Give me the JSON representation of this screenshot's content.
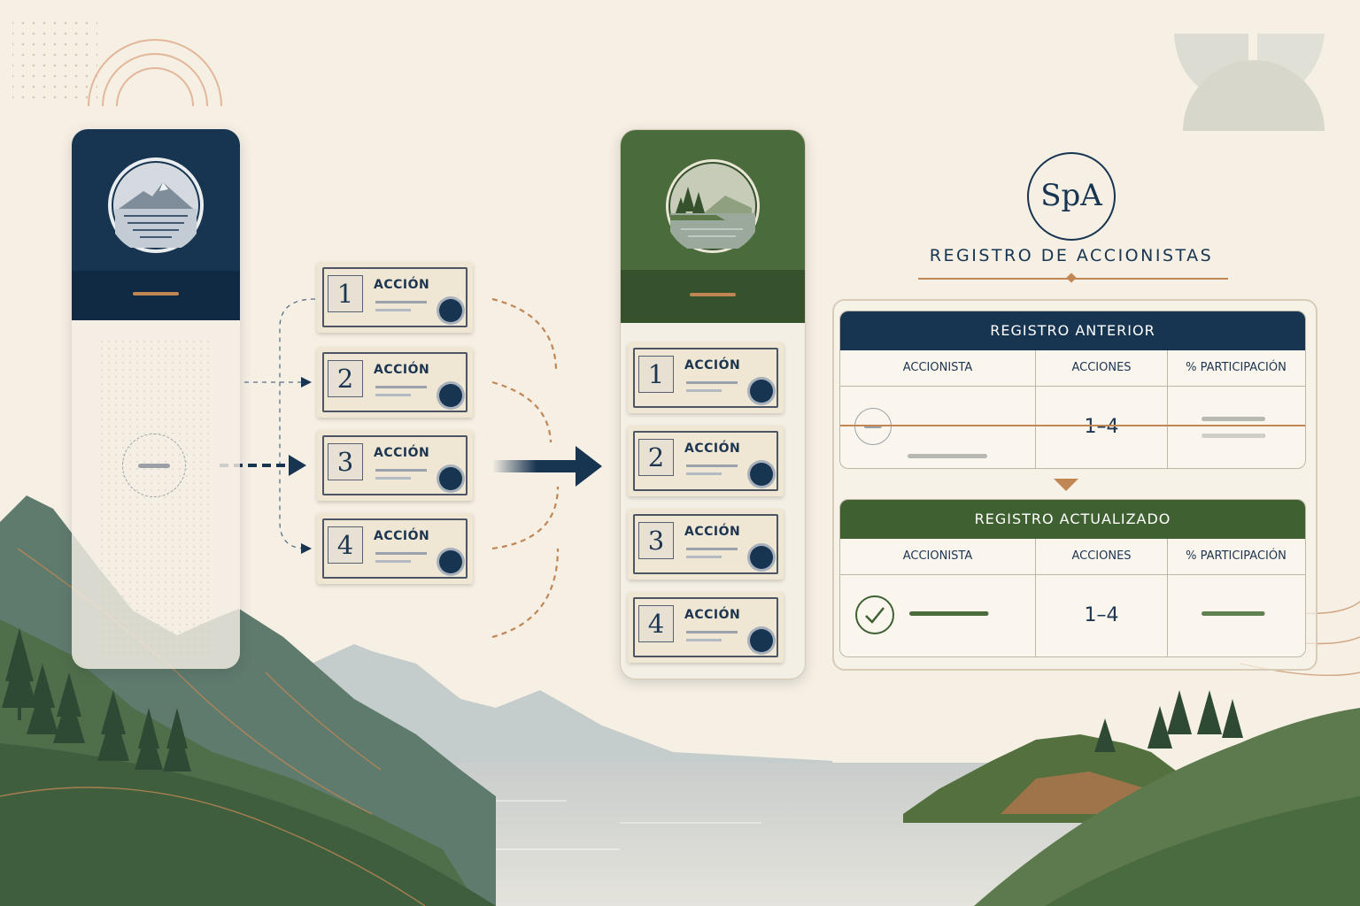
{
  "tickets_left": [
    {
      "number": "1",
      "label": "ACCIÓN"
    },
    {
      "number": "2",
      "label": "ACCIÓN"
    },
    {
      "number": "3",
      "label": "ACCIÓN"
    },
    {
      "number": "4",
      "label": "ACCIÓN"
    }
  ],
  "tickets_right": [
    {
      "number": "1",
      "label": "ACCIÓN"
    },
    {
      "number": "2",
      "label": "ACCIÓN"
    },
    {
      "number": "3",
      "label": "ACCIÓN"
    },
    {
      "number": "4",
      "label": "ACCIÓN"
    }
  ],
  "register": {
    "logo": "SpA",
    "title": "REGISTRO DE ACCIONISTAS",
    "previous": {
      "header": "REGISTRO ANTERIOR",
      "columns": [
        "ACCIONISTA",
        "ACCIONES",
        "% PARTICIPACIÓN"
      ],
      "shares": "1–4",
      "status": "struck-out"
    },
    "updated": {
      "header": "REGISTRO ACTUALIZADO",
      "columns": [
        "ACCIONISTA",
        "ACCIONES",
        "% PARTICIPACIÓN"
      ],
      "shares": "1–4",
      "status": "check-icon"
    }
  },
  "colors": {
    "navy": "#173450",
    "green": "#4a6b3c",
    "copper": "#c08755",
    "paper": "#f6efe4"
  }
}
